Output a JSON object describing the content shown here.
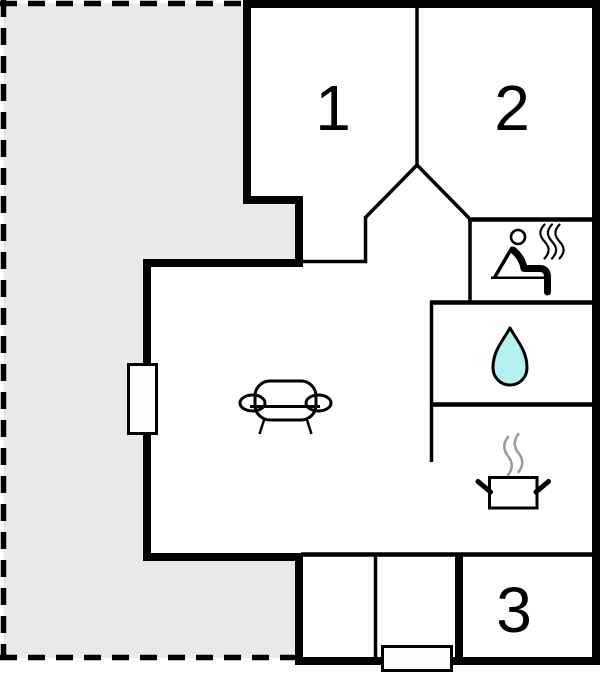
{
  "plan": {
    "title": "floor-plan",
    "rooms": {
      "room1": {
        "label": "1"
      },
      "room2": {
        "label": "2"
      },
      "room3": {
        "label": "3"
      }
    },
    "icons": {
      "sauna": "sauna-icon",
      "water_drop": "water-drop-icon",
      "cooking_pot": "cooking-pot-icon",
      "sofa": "sofa-icon"
    },
    "colors": {
      "background": "#ffffff",
      "wall": "#000000",
      "terrace": "#e9e9e9",
      "water_drop": "#b4f2f0",
      "steam": "#999999",
      "opening_fill": "#fdfdfd"
    }
  }
}
